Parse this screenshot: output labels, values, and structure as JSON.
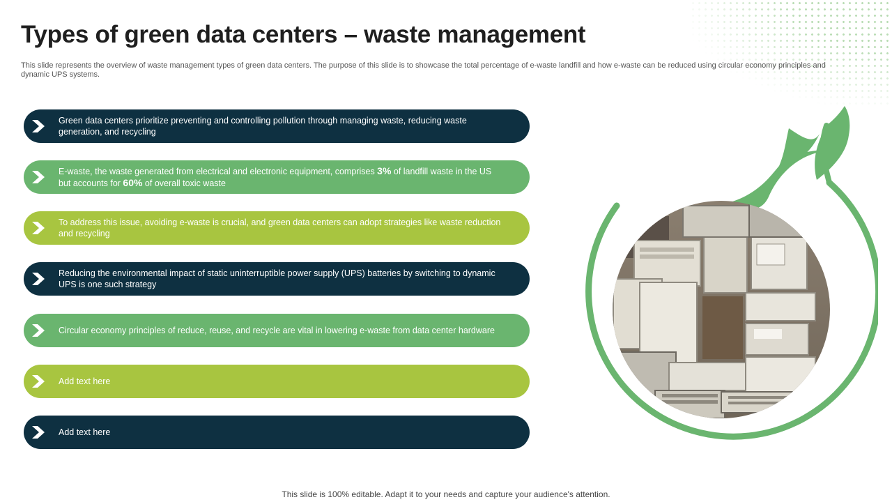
{
  "slide": {
    "title": "Types of green data centers – waste management",
    "subtitle": "This slide represents the overview of waste management types of green data centers. The purpose of this slide is to showcase the total percentage of e-waste landfill and how e-waste can be reduced using circular economy principles and dynamic UPS systems.",
    "footer": "This slide is 100% editable. Adapt it to your needs and capture your audience's attention."
  },
  "points": [
    {
      "color": "#0e3041",
      "text": "Green data centers prioritize preventing and controlling pollution through managing waste, reducing waste generation, and recycling"
    },
    {
      "color": "#6ab56f",
      "pre": "E-waste, the waste generated from electrical and electronic equipment, comprises ",
      "stat1": "3%",
      "mid": " of landfill waste in the US but accounts for ",
      "stat2": "60%",
      "post": " of overall toxic waste"
    },
    {
      "color": "#a8c540",
      "text": "To address this issue, avoiding e-waste is crucial, and green data centers can adopt strategies like waste reduction and recycling"
    },
    {
      "color": "#0e3041",
      "text": "Reducing the environmental impact of static uninterruptible power supply (UPS) batteries by switching to dynamic UPS is one such strategy"
    },
    {
      "color": "#6ab56f",
      "text": "Circular economy principles of reduce, reuse, and recycle are vital in lowering e-waste from data center hardware"
    },
    {
      "color": "#a8c540",
      "text": "Add text here"
    },
    {
      "color": "#0e3041",
      "text": "Add text here"
    }
  ],
  "icons": {
    "bullet": "chevron-right-icon",
    "decoration": "leaf-sprout-icon",
    "photo": "e-waste-photo"
  },
  "colors": {
    "navy": "#0e3041",
    "green": "#6ab56f",
    "lime": "#a8c540"
  }
}
